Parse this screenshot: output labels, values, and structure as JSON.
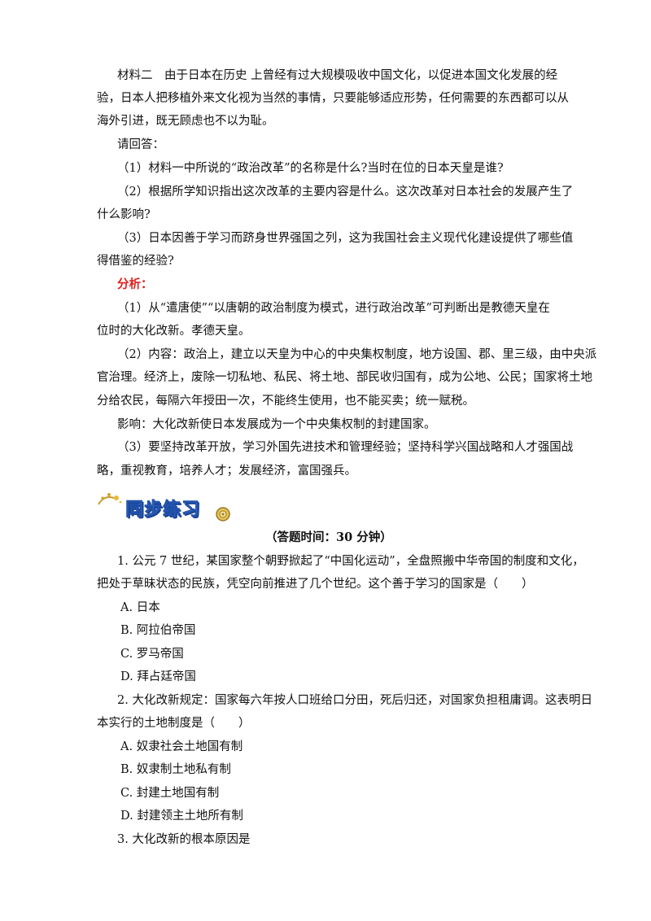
{
  "material2": {
    "line1": "材料二　由于日本在历史 上曾经有过大规模吸收中国文化，以促进本国文化发展的经",
    "line2": "验，日本人把移植外来文化视为当然的事情，只要能够适应形势，任何需要的东西都可以从",
    "line3": "海外引进，既无顾虑也不以为耻。"
  },
  "prompt": "请回答：",
  "questions": {
    "q1": "（1）材料一中所说的“政治改革”的名称是什么?当时在位的日本天皇是谁?",
    "q2_line1": "（2）根据所学知识指出这次改革的主要内容是什么。这次改革对日本社会的发展产生了",
    "q2_line2": "什么影响?",
    "q3_line1": "（3）日本因善于学习而跻身世界强国之列，这为我国社会主义现代化建设提供了哪些值",
    "q3_line2": "得借鉴的经验?"
  },
  "analysis": {
    "heading": "分析：",
    "a1_line1": "（1）从“遣唐使”“以唐朝的政治制度为模式，进行政治改革”可判断出是教德天皇在",
    "a1_line2": "位时的大化改新。孝德天皇。",
    "a2_line1": "（2）内容：政治上，建立以天皇为中心的中央集权制度，地方设国、郡、里三级，由中央派",
    "a2_line2": "官治理。经济上，废除一切私地、私民、将土地、部民收归国有，成为公地、公民；国家将土地",
    "a2_line3": "分给农民，每隔六年授田一次，不能终生使用，也不能买卖；统一赋税。",
    "influence": "影响：大化改新使日本发展成为一个中央集权制的封建国家。",
    "a3_line1": "（3）要坚持改革开放，学习外国先进技术和管理经验；坚持科学兴国战略和人才强国战",
    "a3_line2": "略，重视教育，培养人才；发展经济，富国强兵。"
  },
  "section": {
    "title": "同步练习",
    "time_note": "（答题时间：30 分钟）"
  },
  "exercises": {
    "e1_line1": "1. 公元 7 世纪，某国家整个朝野掀起了“中国化运动”，全盘照搬中华帝国的制度和文化，",
    "e1_line2": "把处于草昧状态的民族，凭空向前推进了几个世纪。这个善于学习的国家是（　　）",
    "e1_options": [
      "A.  日本",
      "B.  阿拉伯帝国",
      "C.  罗马帝国",
      "D.  拜占廷帝国"
    ],
    "e2_line1": "2. 大化改新规定：国家每六年按人口班给口分田，死后归还，对国家负担租庸调。这表明日",
    "e2_line2": "本实行的土地制度是（　　）",
    "e2_options": [
      "A. 奴隶社会土地国有制",
      "B. 奴隶制土地私有制",
      "C. 封建土地国有制",
      "D. 封建领主土地所有制"
    ],
    "e3_line1": "3. 大化改新的根本原因是"
  },
  "colors": {
    "accent_red": "#e0201c",
    "banner_blue": "#5a8ef0"
  },
  "icons": {
    "left_ornament": "sparkle-ornament-icon",
    "right_ornament": "gear-badge-icon"
  }
}
